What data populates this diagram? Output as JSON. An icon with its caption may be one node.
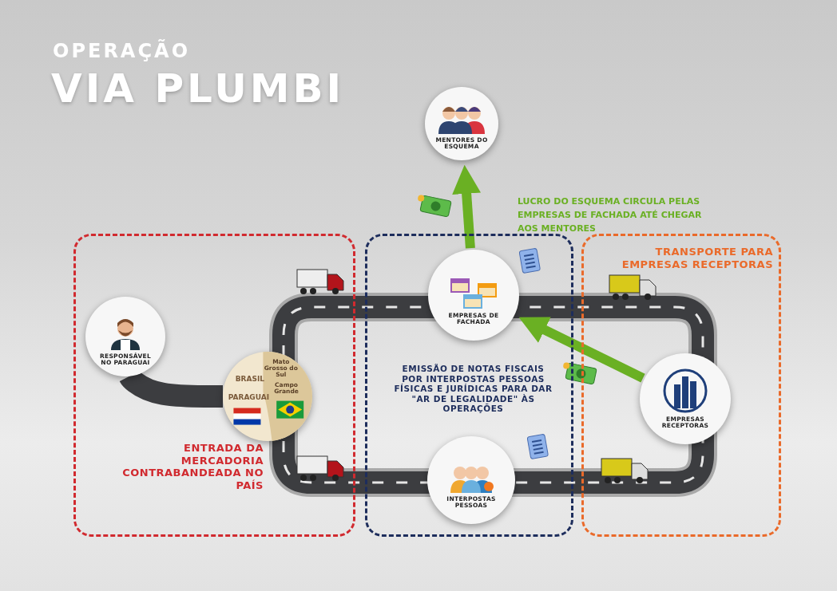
{
  "diagram": {
    "title": "VIA PLUMBI",
    "nodes": [
      {
        "text": [
          "ENTRADA DA MERCADORIA CONTRABANDEADA NO PAÍS"
        ]
      },
      {
        "text": [
          "EMISSÃO DE NOTAS FISCAIS POR INTERPOSTAS PESSOAS FÍSICAS E JURÍDICAS PARA DAR \"AR DE LEGALIDADE\" ÀS OPERAÇÕES"
        ]
      },
      {
        "text": [
          "TRANSPORTE PARA EMPRESAS RECEPTORAS"
        ]
      },
      {
        "text": [
          "MENTORES DO ESQUEMA"
        ]
      },
      {
        "text": [
          "RESPONSÁVEL NO PARAGUAI"
        ],
        "in": 0
      },
      {
        "text": [
          "Mato Grosso do Sul",
          "BRASIL",
          "Campo Grande",
          "PARAGUAI"
        ],
        "in": 0
      },
      {
        "text": [
          "EMPRESAS DE FACHADA"
        ],
        "in": 1
      },
      {
        "text": [
          "INTERPOSTAS PESSOAS"
        ],
        "in": 1
      },
      {
        "text": [
          "EMPRESAS RECEPTORAS"
        ],
        "in": 2
      }
    ],
    "edges": [
      {
        "from": 6,
        "to": 3,
        "arrow": "to"
      },
      {
        "from": 8,
        "to": 6,
        "arrow": "to"
      },
      {
        "from": 4,
        "to": 5,
        "arrow": "none",
        "style": "thick",
        "color": "#3c3d40"
      }
    ],
    "labels": [
      "OPERAÇÃO",
      "LUCRO DO ESQUEMA CIRCULA PELAS EMPRESAS DE FACHADA ATÉ CHEGAR AOS MENTORES"
    ]
  }
}
